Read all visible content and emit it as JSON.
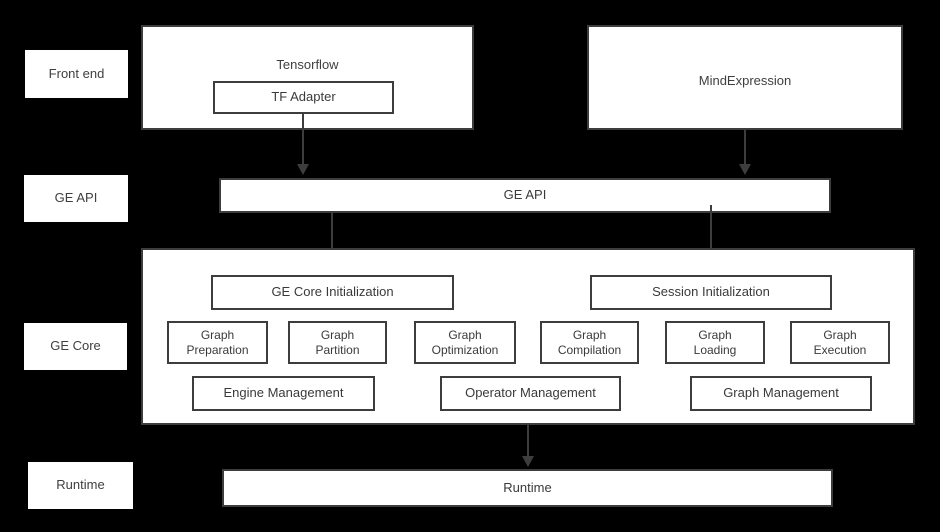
{
  "diagram": {
    "title": "GE architecture layered diagram",
    "background_color": "#000000",
    "box_fill_color": "#ffffff",
    "border_color": "#3d3d3d",
    "text_color": "#3f3f3f"
  },
  "stage_labels": [
    {
      "label": "Front end"
    },
    {
      "label": "GE API"
    },
    {
      "label": "GE Core"
    },
    {
      "label": "Runtime"
    }
  ],
  "frontend": {
    "tensorflow": {
      "title": "Tensorflow",
      "child": "TF Adapter"
    },
    "mindexpression": {
      "title": "MindExpression"
    }
  },
  "ge_api": {
    "label": "GE API"
  },
  "ge_core": {
    "initializers": [
      {
        "label": "GE Core Initialization"
      },
      {
        "label": "Session Initialization"
      }
    ],
    "modules": [
      {
        "label": "Graph\nPreparation"
      },
      {
        "label": "Graph\nPartition"
      },
      {
        "label": "Graph\nOptimization"
      },
      {
        "label": "Graph\nCompilation"
      },
      {
        "label": "Graph\nLoading"
      },
      {
        "label": "Graph\nExecution"
      }
    ],
    "managers": [
      {
        "label": "Engine Management"
      },
      {
        "label": "Operator Management"
      },
      {
        "label": "Graph Management"
      }
    ]
  },
  "runtime": {
    "label": "Runtime"
  }
}
